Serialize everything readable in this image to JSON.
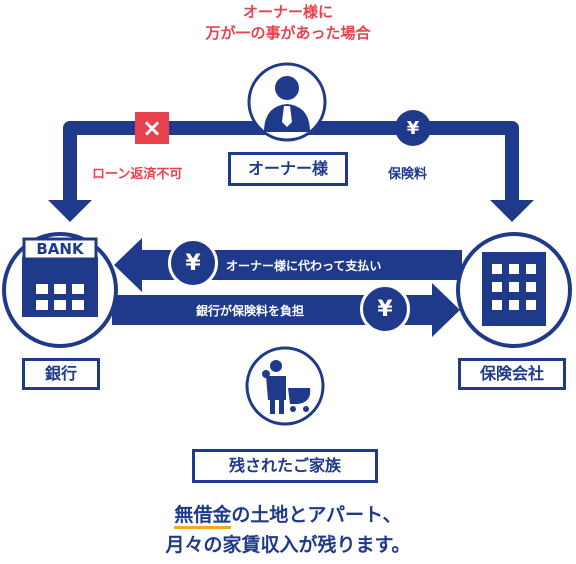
{
  "header": {
    "line1": "オーナー様に",
    "line2": "万が一の事があった場合"
  },
  "labels": {
    "owner": "オーナー様",
    "bank": "銀行",
    "insurance_company": "保険会社",
    "family": "残されたご家族",
    "loan_denied": "ローン返済不可",
    "premium": "保険料",
    "bank_sign": "BANK"
  },
  "flows": {
    "pay_on_behalf": "オーナー様に代わって支払い",
    "bank_pays_premium": "銀行が保険料を負担"
  },
  "symbols": {
    "yen": "¥",
    "cross": "×"
  },
  "caption": {
    "highlight": "無借金",
    "line1_rest": "の土地とアパート、",
    "line2": "月々の家賃収入が残ります。"
  },
  "colors": {
    "navy": "#1f3a8a",
    "red": "#e8424f",
    "orange": "#f5a623"
  }
}
